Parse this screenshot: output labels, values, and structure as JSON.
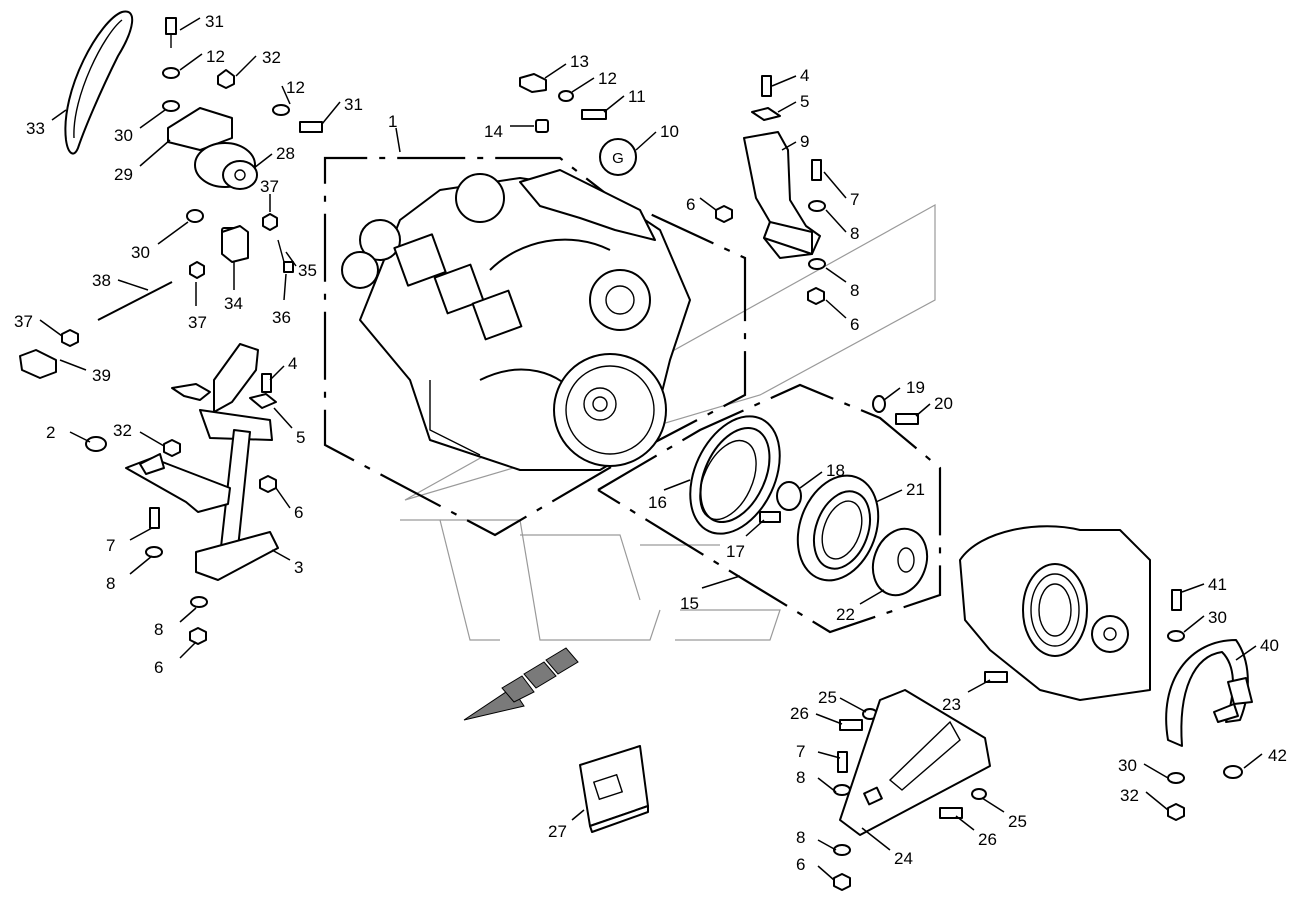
{
  "diagram": {
    "colors": {
      "line": "#000000",
      "background": "#ffffff",
      "ghost": "#9a9a9a",
      "arrow_hatch": "#7a7a7a"
    },
    "group_symbol": "G",
    "callouts": [
      "31",
      "12",
      "32",
      "12",
      "31",
      "33",
      "30",
      "29",
      "28",
      "13",
      "12",
      "11",
      "14",
      "10",
      "4",
      "5",
      "9",
      "6",
      "7",
      "8",
      "8",
      "6",
      "1",
      "37",
      "30",
      "35",
      "38",
      "37",
      "36",
      "34",
      "37",
      "39",
      "4",
      "5",
      "32",
      "2",
      "6",
      "3",
      "7",
      "8",
      "8",
      "6",
      "19",
      "20",
      "18",
      "21",
      "16",
      "17",
      "15",
      "22",
      "41",
      "30",
      "40",
      "23",
      "25",
      "26",
      "7",
      "8",
      "25",
      "26",
      "24",
      "8",
      "6",
      "30",
      "32",
      "42",
      "27"
    ]
  }
}
